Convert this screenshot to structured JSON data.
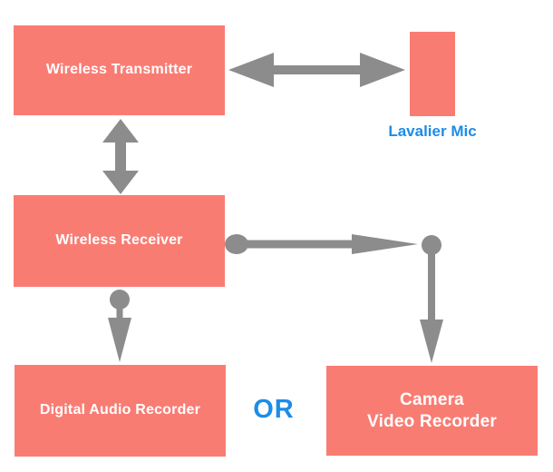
{
  "palette": {
    "box_fill": "#f97c73",
    "box_text": "#ffffff",
    "connector": "#8c8c8c",
    "accent_blue": "#1c8ce8",
    "background": "#ffffff"
  },
  "nodes": {
    "wireless_transmitter": {
      "label": "Wireless Transmitter"
    },
    "lavalier_mic": {
      "label": "Lavalier Mic"
    },
    "wireless_receiver": {
      "label": "Wireless Receiver"
    },
    "digital_audio_recorder": {
      "label": "Digital Audio Recorder"
    },
    "camera_video_recorder": {
      "label_line1": "Camera",
      "label_line2": "Video Recorder"
    }
  },
  "labels": {
    "or": "OR"
  },
  "connectors": [
    {
      "name": "transmitter-mic-arrow",
      "type": "double-headed",
      "from": "Wireless Transmitter",
      "to": "Lavalier Mic"
    },
    {
      "name": "transmitter-receiver-arrow",
      "type": "double-headed",
      "from": "Wireless Transmitter",
      "to": "Wireless Receiver"
    },
    {
      "name": "receiver-camera-connector",
      "type": "single-arrow-elbow",
      "from": "Wireless Receiver",
      "to": "Camera Video Recorder"
    },
    {
      "name": "receiver-recorder-connector",
      "type": "single-arrow",
      "from": "Wireless Receiver",
      "to": "Digital Audio Recorder"
    }
  ]
}
